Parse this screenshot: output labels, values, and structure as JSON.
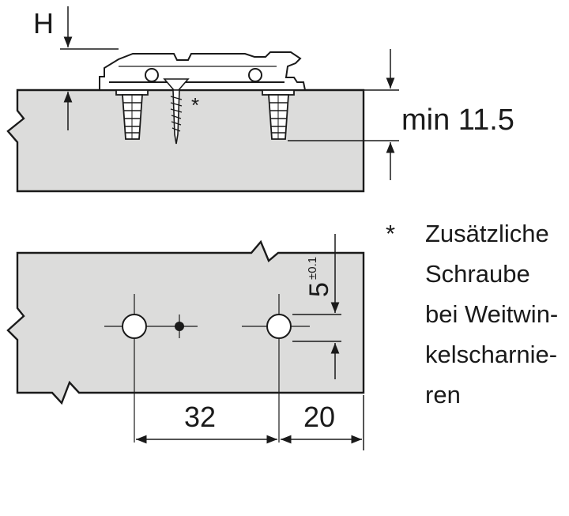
{
  "top_view": {
    "h_label": "H",
    "min_label": "min 11.5",
    "asterisk": "*"
  },
  "bottom_view": {
    "dim_32": "32",
    "dim_20": "20",
    "dim_5": "5",
    "dim_5_tolerance": "±0.1"
  },
  "note": {
    "asterisk": "*",
    "lines": [
      "Zusätzliche",
      "Schraube",
      "bei Weitwin-",
      "kelscharnie-",
      "ren"
    ]
  }
}
